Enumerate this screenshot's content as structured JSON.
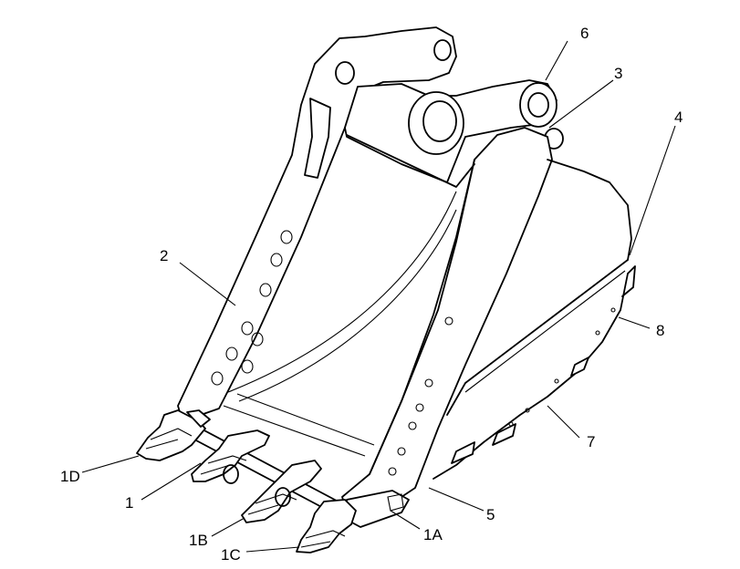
{
  "callouts": [
    {
      "id": "c2",
      "label": "2"
    },
    {
      "id": "c6",
      "label": "6"
    },
    {
      "id": "c3",
      "label": "3"
    },
    {
      "id": "c4",
      "label": "4"
    },
    {
      "id": "c8",
      "label": "8"
    },
    {
      "id": "c7",
      "label": "7"
    },
    {
      "id": "c5",
      "label": "5"
    },
    {
      "id": "c1A",
      "label": "1A"
    },
    {
      "id": "c1C",
      "label": "1C"
    },
    {
      "id": "c1B",
      "label": "1B"
    },
    {
      "id": "c1",
      "label": "1"
    },
    {
      "id": "c1D",
      "label": "1D"
    }
  ]
}
